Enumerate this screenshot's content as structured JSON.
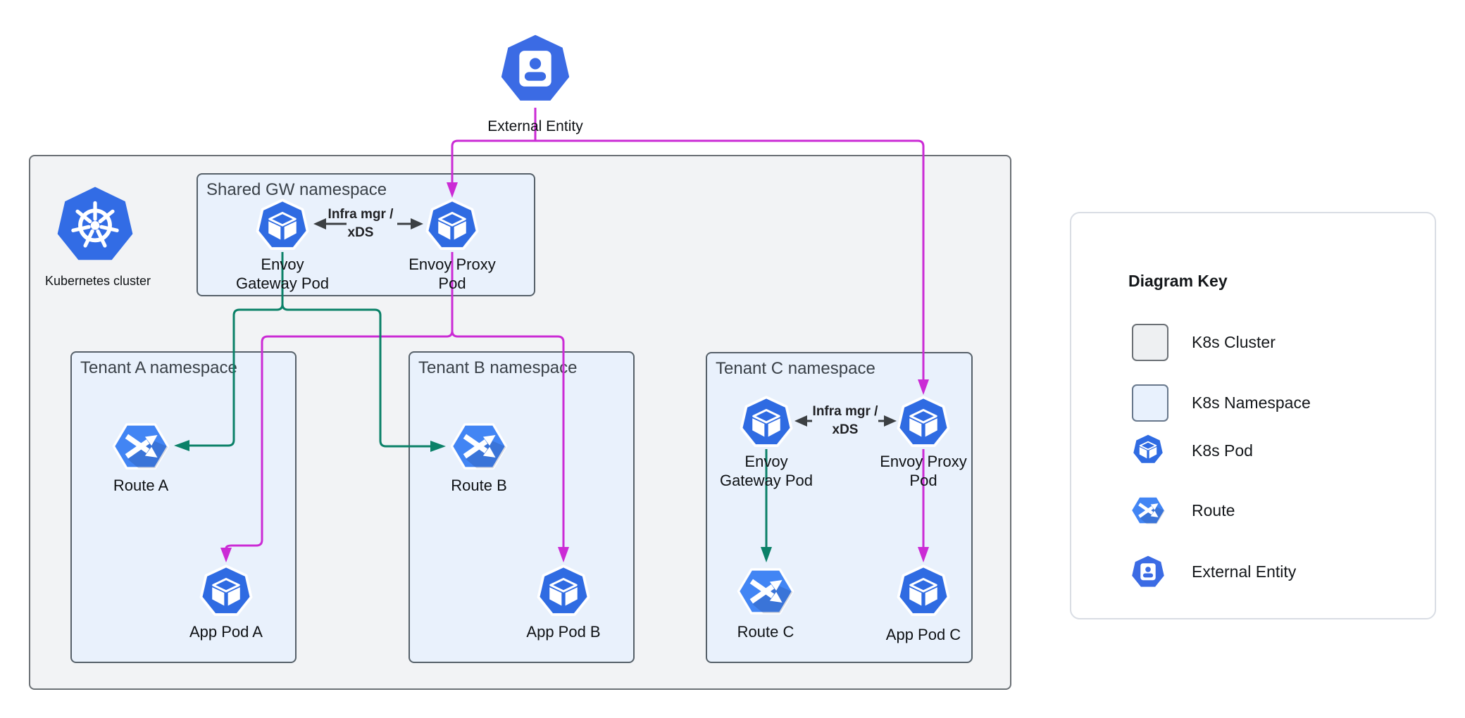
{
  "colors": {
    "pod_blue": "#2f6be2",
    "k8s_blue": "#326ce5",
    "route_blue": "#4285f4",
    "entity_blue": "#3b6be4",
    "magenta": "#cb2bd5",
    "green": "#0b8168",
    "arrow_dark": "#3c4043",
    "cluster_fill": "#f2f3f5",
    "cluster_border": "#6b7075",
    "namespace_fill": "#e9f1fc",
    "namespace_border": "#566069"
  },
  "external_entity": {
    "label": "External Entity"
  },
  "cluster": {
    "label": "Kubernetes cluster"
  },
  "shared_ns": {
    "title": "Shared GW namespace",
    "gateway_pod": "Envoy\nGateway Pod",
    "proxy_pod": "Envoy Proxy\nPod",
    "link": "Infra mgr /\nxDS"
  },
  "tenant_a": {
    "title": "Tenant A namespace",
    "route": "Route A",
    "app_pod": "App Pod A"
  },
  "tenant_b": {
    "title": "Tenant B namespace",
    "route": "Route B",
    "app_pod": "App Pod B"
  },
  "tenant_c": {
    "title": "Tenant C namespace",
    "gateway_pod": "Envoy\nGateway Pod",
    "proxy_pod": "Envoy Proxy\nPod",
    "link": "Infra mgr /\nxDS",
    "route": "Route C",
    "app_pod": "App Pod C"
  },
  "key": {
    "title": "Diagram Key",
    "items": [
      {
        "label": "K8s Cluster",
        "icon": "cluster-swatch"
      },
      {
        "label": "K8s Namespace",
        "icon": "namespace-swatch"
      },
      {
        "label": "K8s Pod",
        "icon": "pod-icon"
      },
      {
        "label": "Route",
        "icon": "route-icon"
      },
      {
        "label": "External Entity",
        "icon": "external-entity-icon"
      }
    ]
  }
}
